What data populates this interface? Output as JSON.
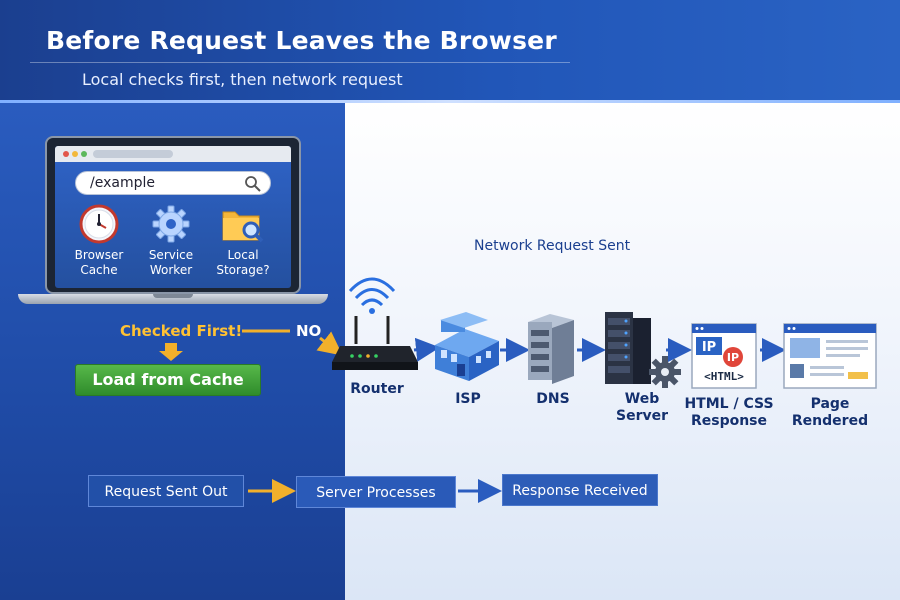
{
  "header": {
    "title": "Before Request Leaves the Browser",
    "subtitle": "Local checks first, then network request"
  },
  "browser": {
    "url": "/example",
    "items": [
      {
        "label": "Browser Cache",
        "icon": "clock-icon"
      },
      {
        "label": "Service Worker",
        "icon": "gear-icon"
      },
      {
        "label": "Local Storage?",
        "icon": "folder-search-icon"
      }
    ]
  },
  "local_check": {
    "checked_label": "Checked First!",
    "no_label": "NO",
    "cache_button": "Load from Cache"
  },
  "network": {
    "title": "Network Request Sent",
    "nodes": [
      {
        "label": "Router",
        "icon": "router-icon"
      },
      {
        "label": "ISP",
        "icon": "building-icon"
      },
      {
        "label": "DNS",
        "icon": "server-icon"
      },
      {
        "label": "Web Server",
        "icon": "server-rack-icon"
      },
      {
        "label": "HTML / CSS Response",
        "icon": "ip-document-icon",
        "badges": [
          "IP",
          "IP",
          "<HTML>"
        ]
      },
      {
        "label": "Page Rendered",
        "icon": "webpage-icon"
      }
    ]
  },
  "flow": {
    "steps": [
      "Request Sent Out",
      "Server Processes",
      "Response Received"
    ]
  },
  "colors": {
    "primary_blue": "#2156b8",
    "accent_yellow": "#ffc233",
    "cache_green": "#3c9e36"
  }
}
